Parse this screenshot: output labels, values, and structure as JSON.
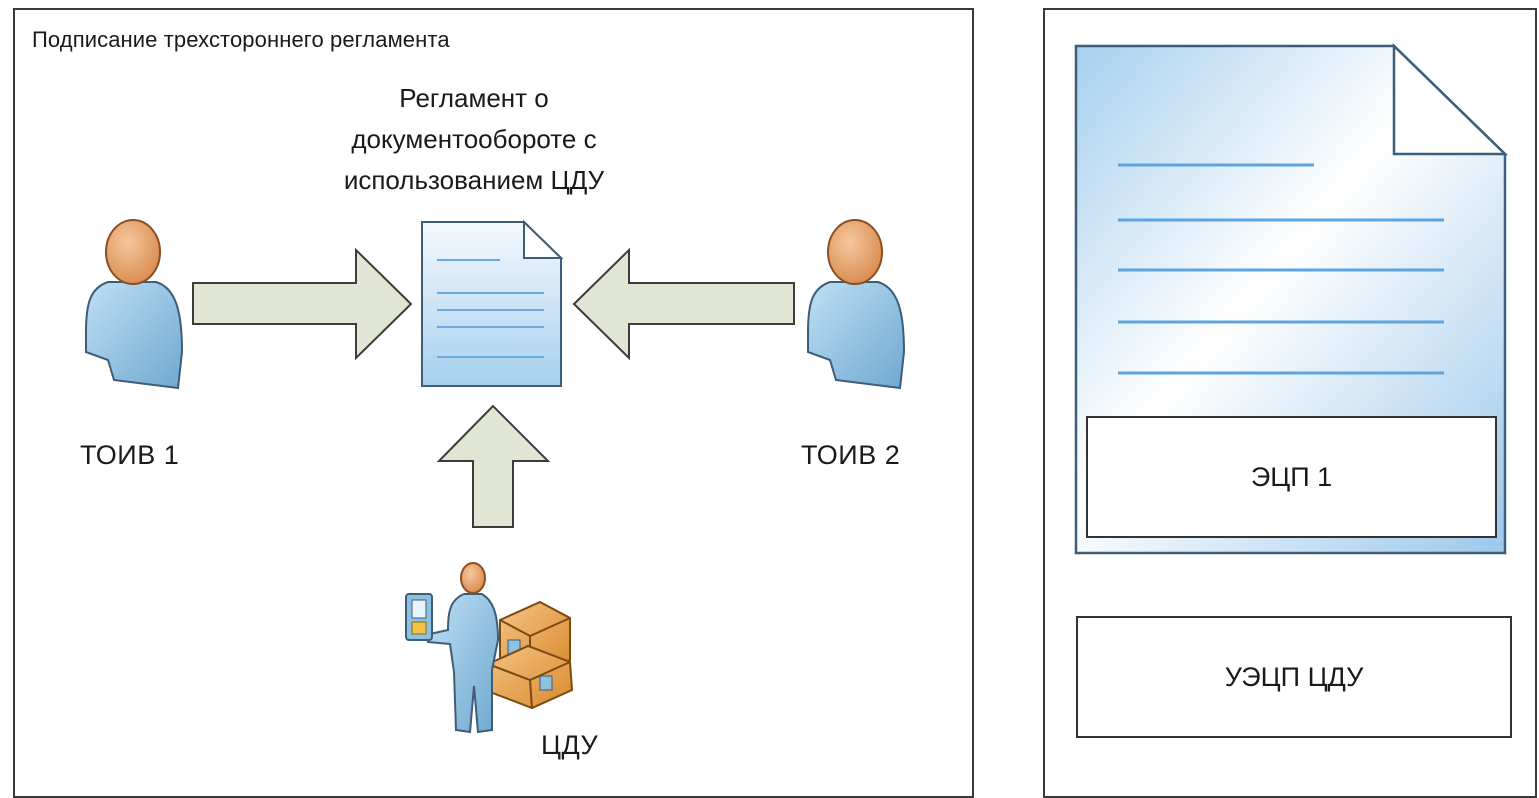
{
  "diagram": {
    "title": "Подписание трехстороннего регламента",
    "document_caption": "Регламент о документообороте с использованием ЦДУ",
    "actors": {
      "toiv1": "ТОИВ 1",
      "toiv2": "ТОИВ 2",
      "cdu": "ЦДУ"
    },
    "signed_document": {
      "signature_1": "ЭЦП 1",
      "signature_cdu": "УЭЦП ЦДУ"
    }
  },
  "colors": {
    "arrow_fill": "#e1e6d4",
    "arrow_stroke": "#3c3c3c",
    "document_top": "#f4f9fe",
    "document_bottom": "#9fcbec",
    "person_skin": "#e8a068",
    "person_body": "#8cc1e2",
    "box_orange": "#e8a044"
  }
}
